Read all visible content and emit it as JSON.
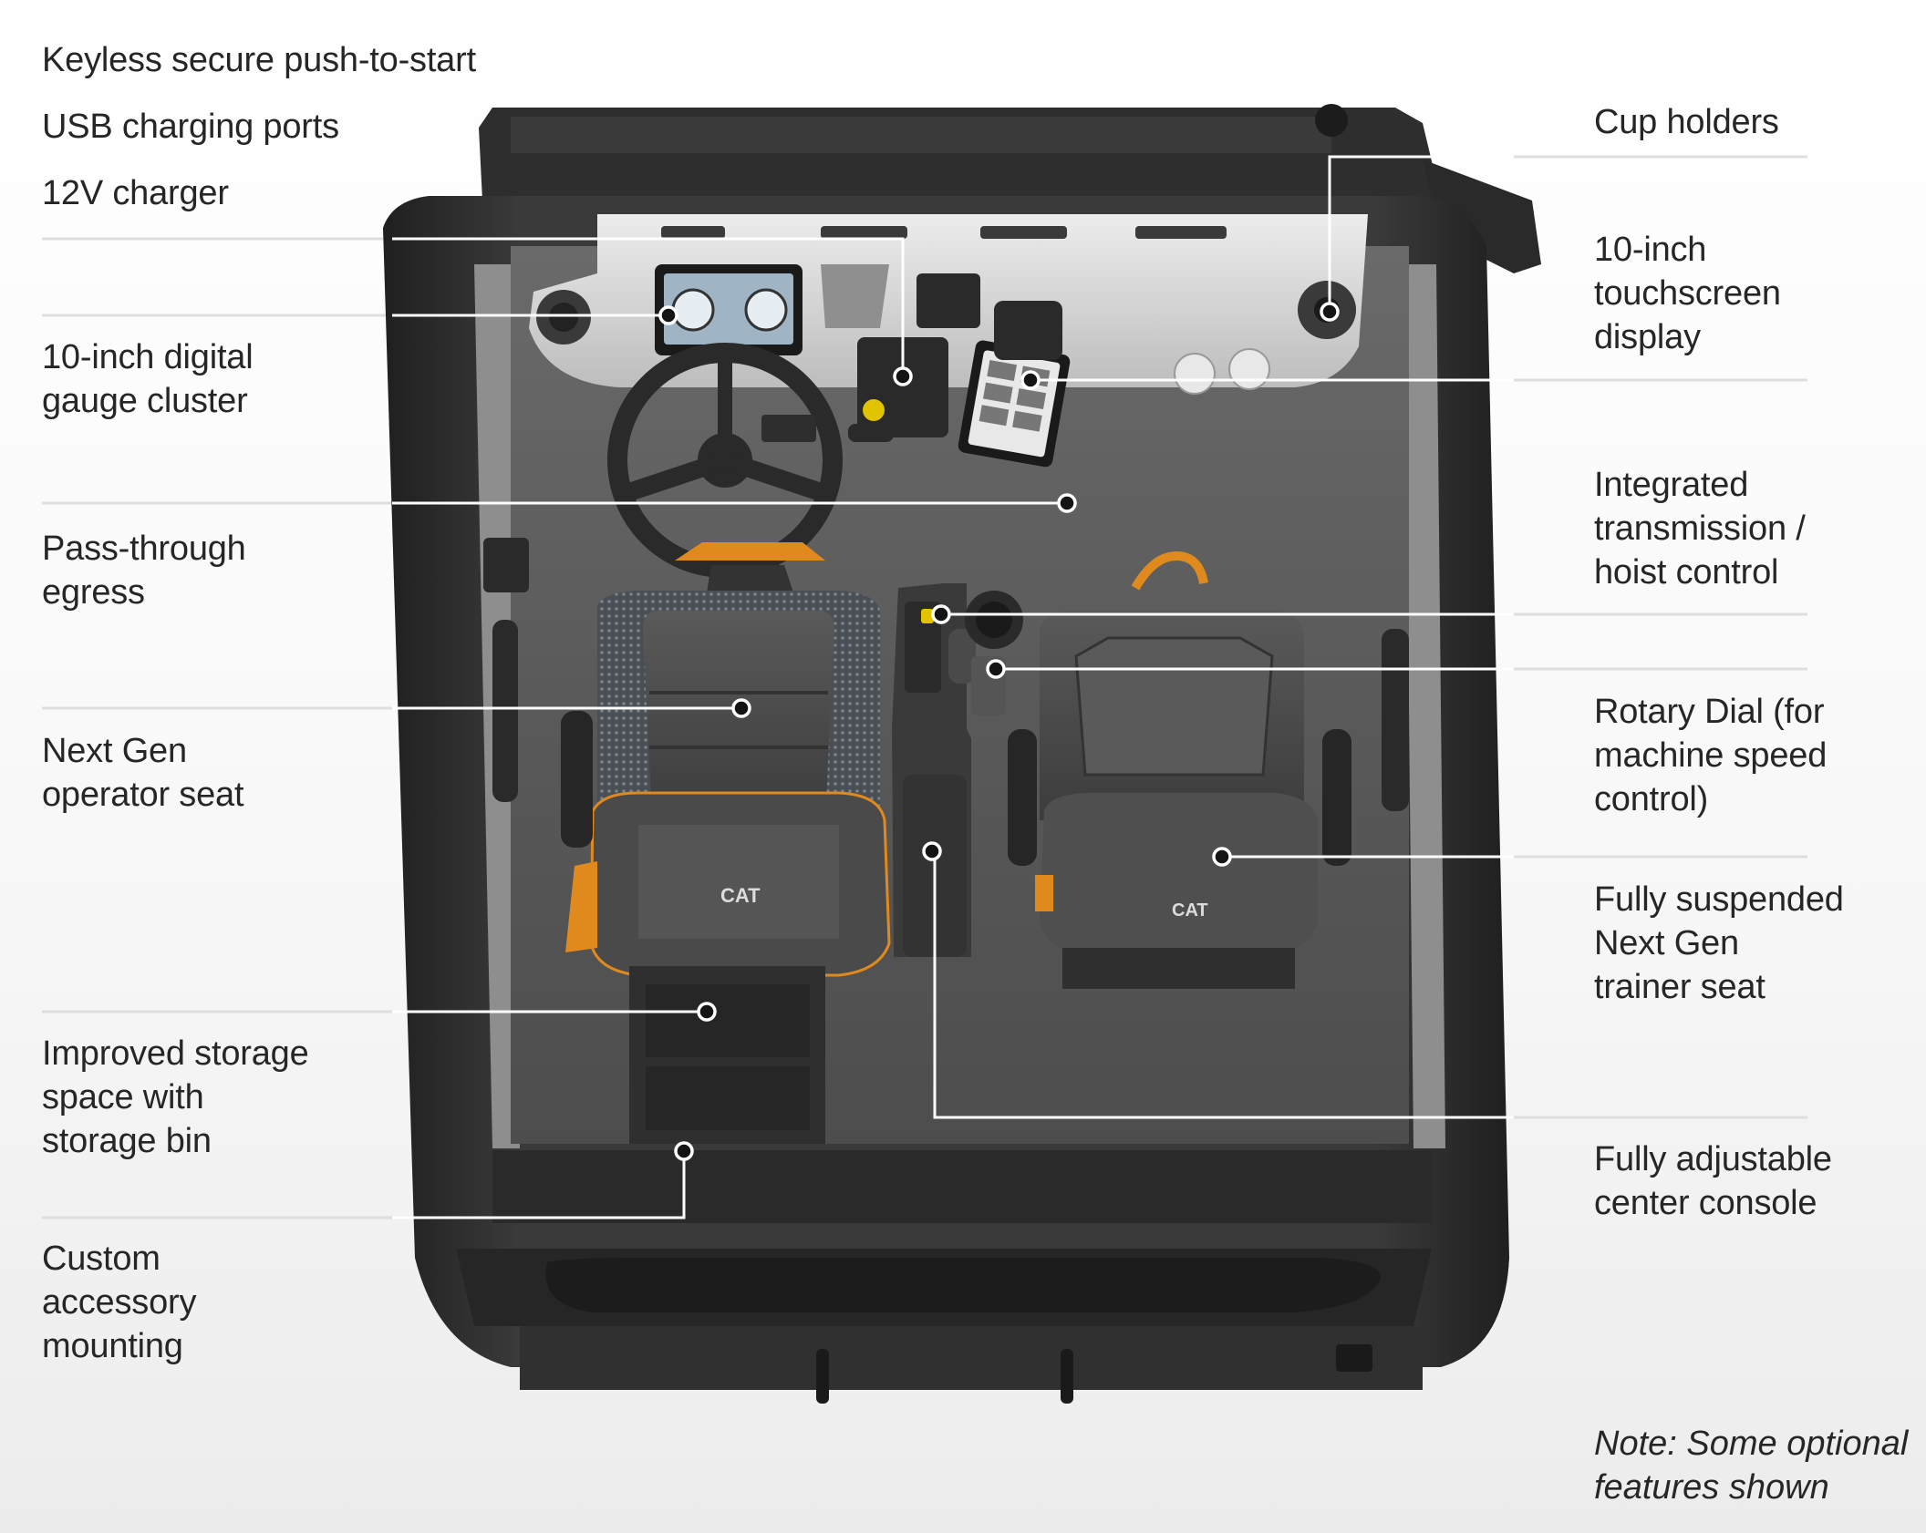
{
  "features": {
    "keyless_start": "Keyless secure push-to-start",
    "usb_ports": "USB charging ports",
    "charger_12v": "12V charger",
    "gauge_cluster": "10-inch digital\ngauge cluster",
    "pass_through": "Pass-through\negress",
    "operator_seat": "Next Gen\noperator seat",
    "storage": "Improved storage\nspace with\nstorage bin",
    "accessory_mounting": "Custom\naccessory\nmounting",
    "cup_holders": "Cup holders",
    "touchscreen": "10-inch\ntouchscreen\ndisplay",
    "transmission_control": "Integrated\ntransmission /\nhoist control",
    "rotary_dial": "Rotary Dial (for\nmachine speed\ncontrol)",
    "trainer_seat": "Fully suspended\nNext Gen\ntrainer seat",
    "center_console": "Fully adjustable\ncenter console"
  },
  "note": "Note: Some optional\nfeatures shown",
  "colors": {
    "cab_shell": "#303030",
    "floor": "#595959",
    "dashboard": "#d9d9d9",
    "seat": "#4a4a4a",
    "accent_orange": "#e08a1e",
    "leader_line": "#ffffff",
    "separator": "#dedede",
    "callout_dot": "#141414"
  }
}
